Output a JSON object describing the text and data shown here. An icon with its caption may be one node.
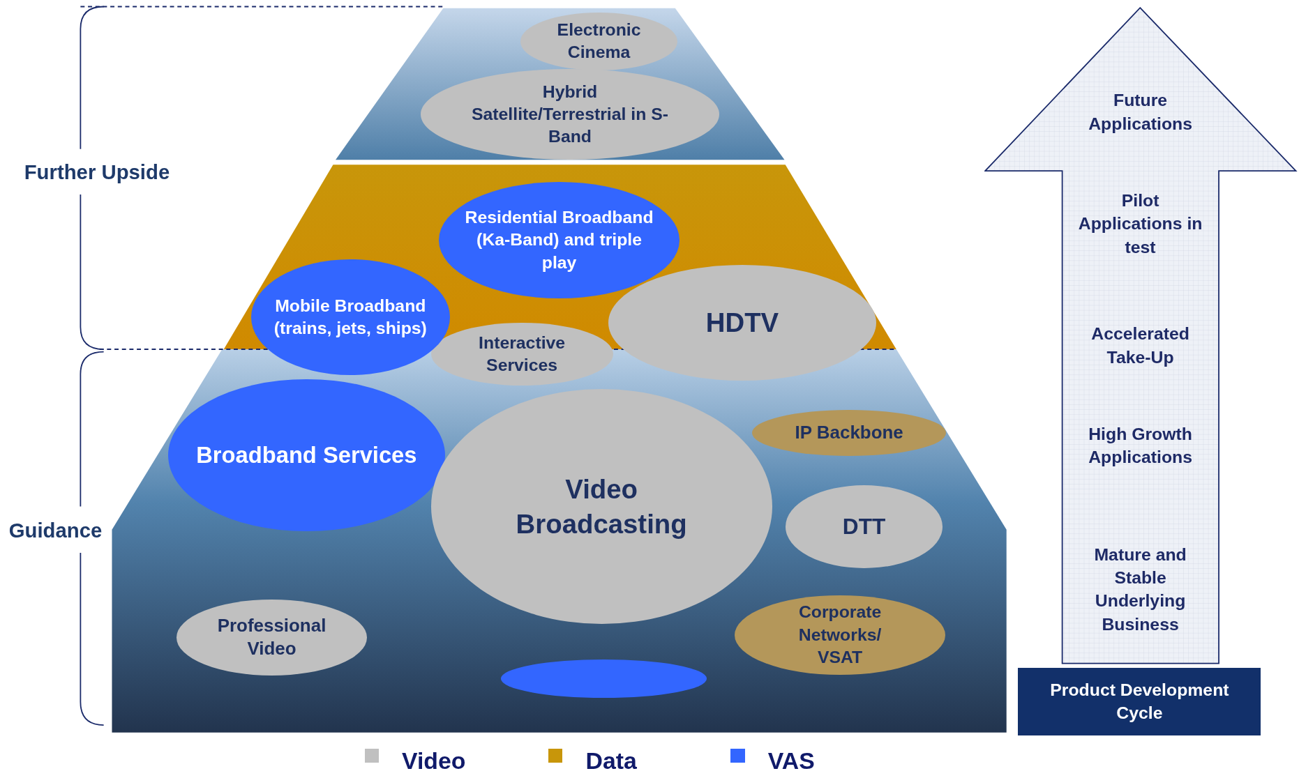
{
  "diagram": {
    "nodes": [
      {
        "text": [
          "Electronic Cinema"
        ]
      },
      {
        "text": [
          "Hybrid Satellite/Terrestrial in S-Band"
        ]
      },
      {
        "text": [
          "Residential Broadband (Ka-Band) and triple play"
        ]
      },
      {
        "text": [
          "Mobile Broadband (trains, jets, ships)"
        ]
      },
      {
        "text": [
          "HDTV"
        ]
      },
      {
        "text": [
          "Interactive Services"
        ]
      },
      {
        "text": [
          "Broadband Services"
        ]
      },
      {
        "text": [
          "Video Broadcasting"
        ]
      },
      {
        "text": [
          "IP Backbone"
        ]
      },
      {
        "text": [
          "DTT"
        ]
      },
      {
        "text": [
          "Professional Video"
        ]
      },
      {
        "text": [
          "Corporate Networks/ VSAT"
        ]
      },
      {
        "text": [],
        "shape": "ellipse"
      },
      {
        "text": [
          "Future Applications",
          "Pilot Applications in test",
          "Accelerated Take-Up",
          "High Growth Applications",
          "Mature and Stable Underlying Business"
        ]
      },
      {
        "text": [
          "Product Development Cycle"
        ]
      }
    ],
    "edges": [],
    "labels": [
      "Further Upside",
      "Guidance"
    ],
    "legend": [
      {
        "text": "Video",
        "color": "#c0c0c0"
      },
      {
        "text": "Data",
        "color": "#c8960a"
      },
      {
        "text": "VAS",
        "color": "#3366ff"
      }
    ]
  }
}
